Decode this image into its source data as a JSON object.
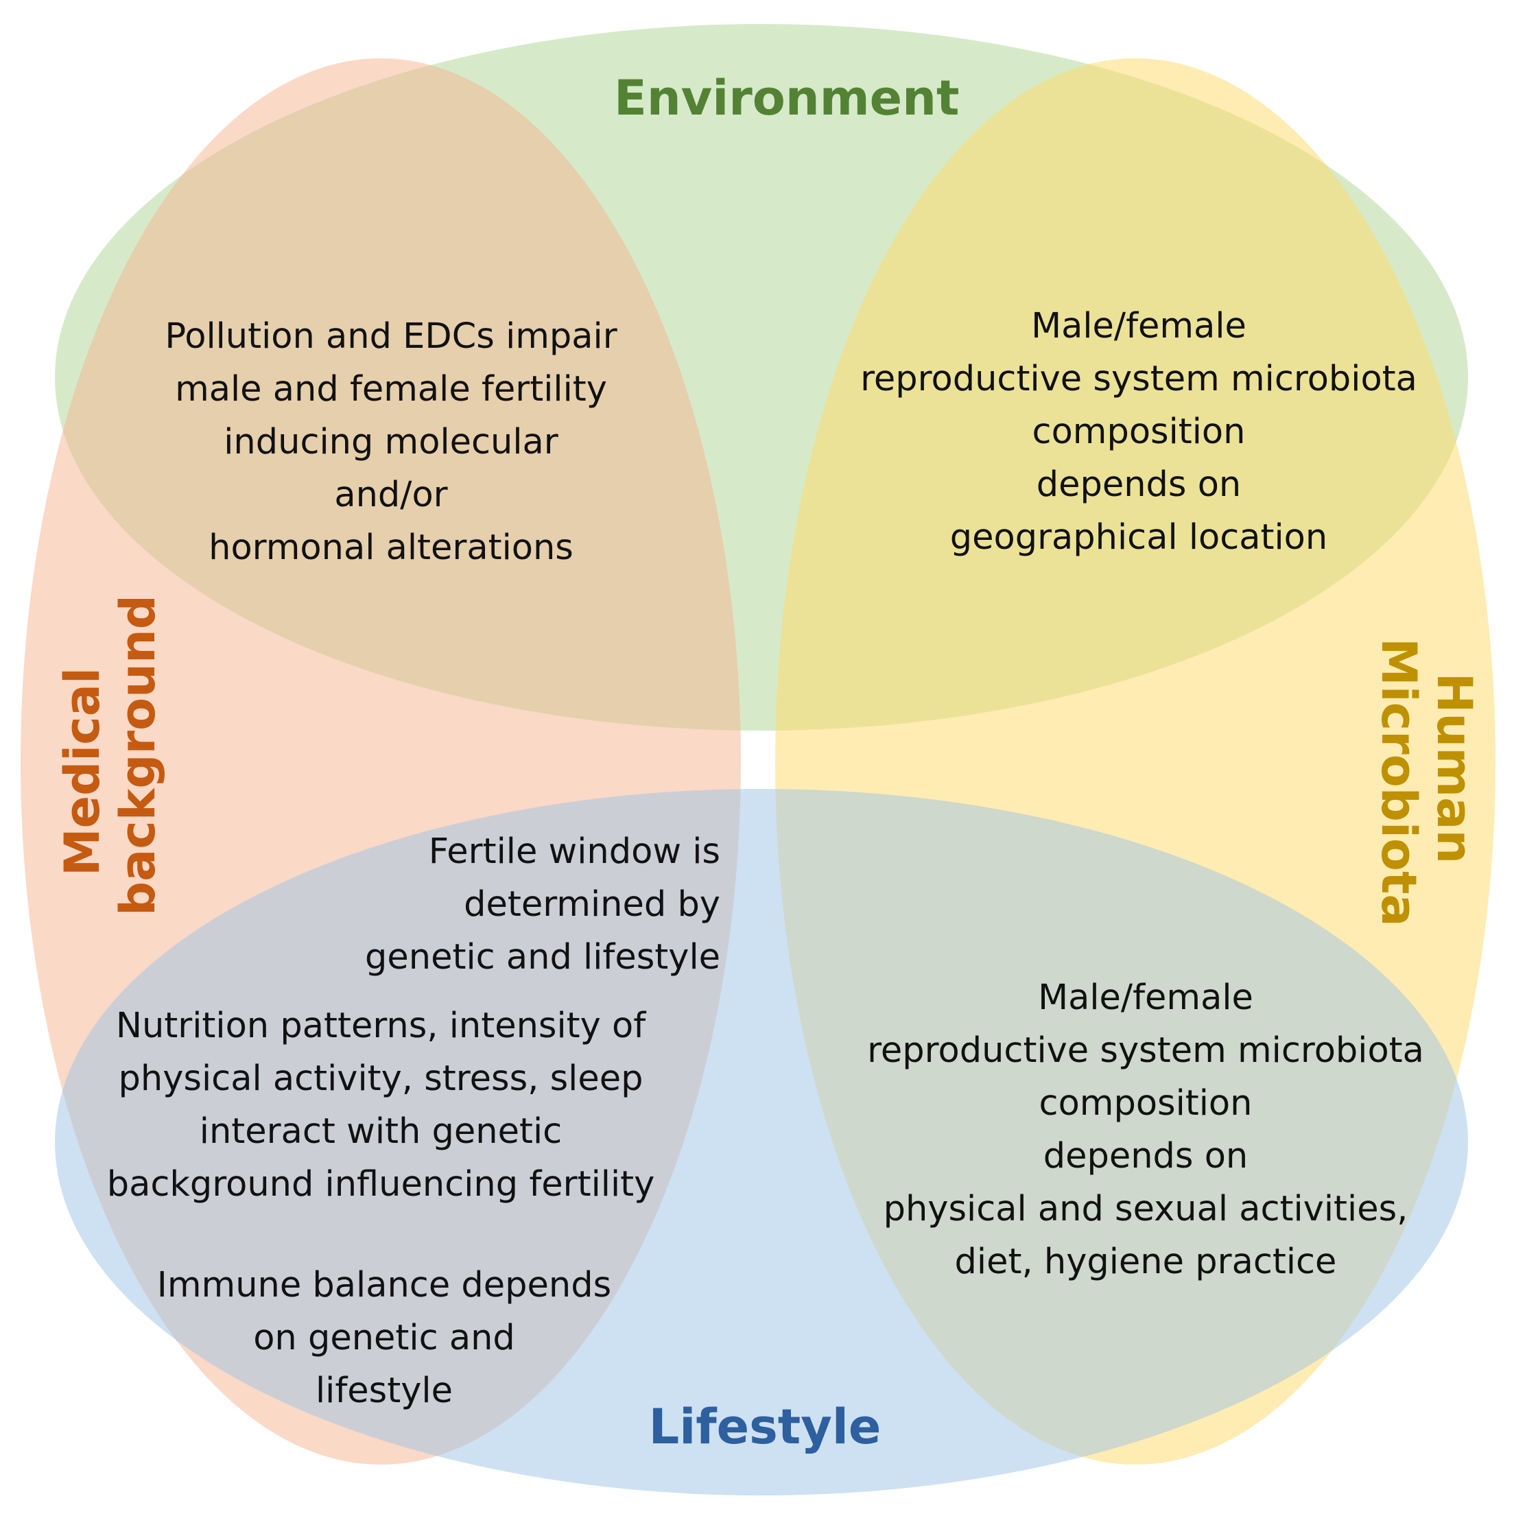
{
  "colors": {
    "environment": "#b5d99c",
    "medical": "#f5b390",
    "microbiota": "#ffd966",
    "lifestyle": "#9dc3e6",
    "environment_text": "#548235",
    "medical_text": "#c55a11",
    "microbiota_text": "#bf9000",
    "lifestyle_text": "#2e5f9e"
  },
  "circles": {
    "environment": {
      "label": "Environment"
    },
    "medical": {
      "label_lines": [
        "Medical",
        "background"
      ]
    },
    "microbiota": {
      "label_lines": [
        "Human",
        "Microbiota"
      ]
    },
    "lifestyle": {
      "label": "Lifestyle"
    }
  },
  "notes": {
    "environment_medical": [
      "Pollution and EDCs impair",
      "male and female fertility",
      "inducing molecular",
      "and/or",
      "hormonal alterations"
    ],
    "environment_microbiota": [
      "Male/female",
      "reproductive system microbiota",
      "composition",
      "depends on",
      "geographical location"
    ],
    "fertile_window": [
      "Fertile window is",
      "determined by",
      "genetic and lifestyle"
    ],
    "nutrition": [
      "Nutrition patterns, intensity of",
      "physical activity, stress, sleep",
      "interact with genetic",
      "background  influencing fertility"
    ],
    "immune": [
      "Immune balance depends",
      "on genetic and",
      "lifestyle"
    ],
    "lifestyle_microbiota": [
      "Male/female",
      "reproductive system microbiota",
      "composition",
      "depends on",
      "physical and sexual activities,",
      "diet, hygiene practice"
    ]
  }
}
